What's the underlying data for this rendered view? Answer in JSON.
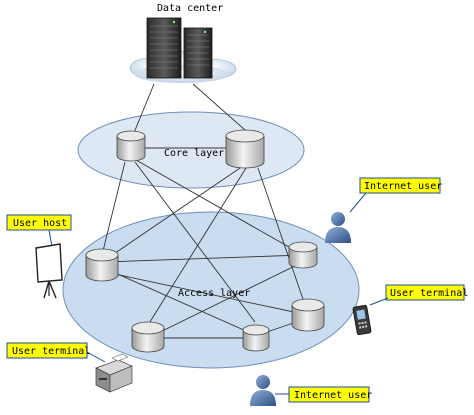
{
  "data_center": {
    "label": "Data center"
  },
  "core_layer": {
    "label": "Core layer"
  },
  "access_layer": {
    "label": "Access layer"
  },
  "callouts": {
    "user_host": "User host",
    "internet_user_top": "Internet user",
    "user_terminal_right": "User terminal",
    "user_terminal_left": "User terminal",
    "internet_user_bottom": "Internet user"
  },
  "colors": {
    "callout_fill": "#ffff00",
    "layer_fill": "#d3e3f3",
    "callout_border": "#1f4e9b",
    "person": "#4a6fa5"
  },
  "icons": [
    "server-icon",
    "cloud-icon",
    "router-icon",
    "whiteboard-icon",
    "person-icon",
    "mobile-phone-icon",
    "printer-icon"
  ]
}
